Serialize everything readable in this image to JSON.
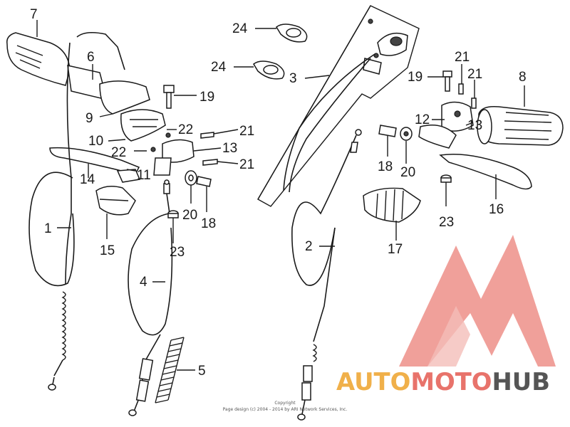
{
  "diagram": {
    "callouts": [
      "7",
      "6",
      "9",
      "10",
      "22",
      "22",
      "14",
      "11",
      "19",
      "21",
      "21",
      "13",
      "1",
      "15",
      "20",
      "18",
      "23",
      "4",
      "5",
      "24",
      "24",
      "3",
      "2",
      "17",
      "18",
      "20",
      "12",
      "13",
      "21",
      "21",
      "19",
      "8",
      "16",
      "23"
    ]
  },
  "copyright": {
    "line1": "Copyright",
    "line2": "Page design (c) 2004 - 2014 by ARI Network Services, Inc."
  },
  "watermark": {
    "part1": "AUTO",
    "part2": "MOTO",
    "part3": "HUB",
    "color_primary": "#f0b04a",
    "color_secondary": "#e8736b",
    "color_tertiary": "#555555"
  }
}
